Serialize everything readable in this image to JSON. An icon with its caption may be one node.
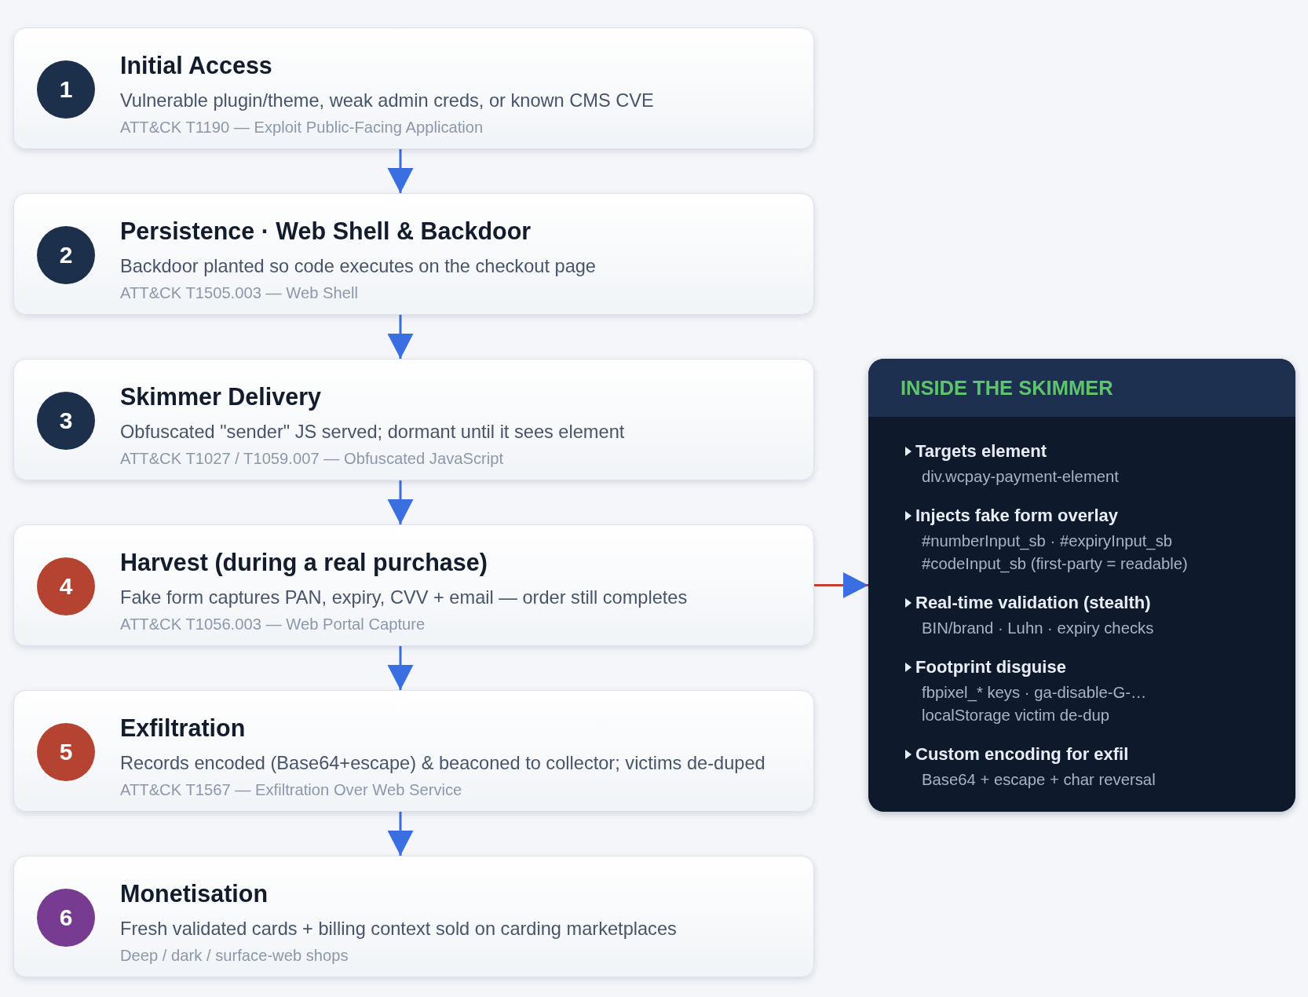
{
  "diagram": {
    "nodes": [
      {
        "text": [
          "Initial Access",
          "Vulnerable plugin/theme, weak admin creds, or known CMS CVE",
          "ATT&CK T1190 — Exploit Public-Facing Application"
        ]
      },
      {
        "text": [
          "1"
        ],
        "in": 0
      },
      {
        "text": [
          "Persistence · Web Shell & Backdoor",
          "Backdoor planted so code executes on the checkout page",
          "ATT&CK T1505.003 — Web Shell"
        ]
      },
      {
        "text": [
          "2"
        ],
        "in": 2
      },
      {
        "text": [
          "Skimmer Delivery",
          "Obfuscated \"sender\" JS served; dormant until it sees element",
          "ATT&CK T1027 / T1059.007 — Obfuscated JavaScript"
        ]
      },
      {
        "text": [
          "3"
        ],
        "in": 4
      },
      {
        "text": [
          "Harvest (during a real purchase)",
          "Fake form captures PAN, expiry, CVV + email — order still completes",
          "ATT&CK T1056.003 — Web Portal Capture"
        ]
      },
      {
        "text": [
          "4"
        ],
        "in": 6
      },
      {
        "text": [
          "Exfiltration",
          "Records encoded (Base64+escape) & beaconed to collector; victims de-duped",
          "ATT&CK T1567 — Exfiltration Over Web Service"
        ]
      },
      {
        "text": [
          "5"
        ],
        "in": 8
      },
      {
        "text": [
          "Monetisation",
          "Fresh validated cards + billing context sold on carding marketplaces",
          "Deep / dark / surface-web shops"
        ]
      },
      {
        "text": [
          "6"
        ],
        "in": 10
      },
      {
        "text": [
          "INSIDE THE SKIMMER"
        ]
      },
      {
        "text": [
          "Targets element",
          "div.wcpay-payment-element"
        ],
        "in": 12
      },
      {
        "text": [
          "Injects fake form overlay",
          "#numberInput_sb · #expiryInput_sb",
          "#codeInput_sb (first-party = readable)"
        ],
        "in": 12
      },
      {
        "text": [
          "Real-time validation (stealth)",
          "BIN/brand · Luhn · expiry checks"
        ],
        "in": 12
      },
      {
        "text": [
          "Footprint disguise",
          "fbpixel_* keys · ga-disable-G-…",
          "localStorage victim de-dup"
        ],
        "in": 12
      },
      {
        "text": [
          "Custom encoding for exfil",
          "Base64 + escape + char reversal"
        ],
        "in": 12
      }
    ],
    "edges": [
      {
        "from": 0,
        "to": 2,
        "arrow": "to"
      },
      {
        "from": 2,
        "to": 4,
        "arrow": "to"
      },
      {
        "from": 4,
        "to": 6,
        "arrow": "to"
      },
      {
        "from": 6,
        "to": 8,
        "arrow": "to"
      },
      {
        "from": 8,
        "to": 10,
        "arrow": "to"
      },
      {
        "from": 6,
        "to": 12,
        "arrow": "to",
        "color": "#c0412e"
      }
    ]
  }
}
